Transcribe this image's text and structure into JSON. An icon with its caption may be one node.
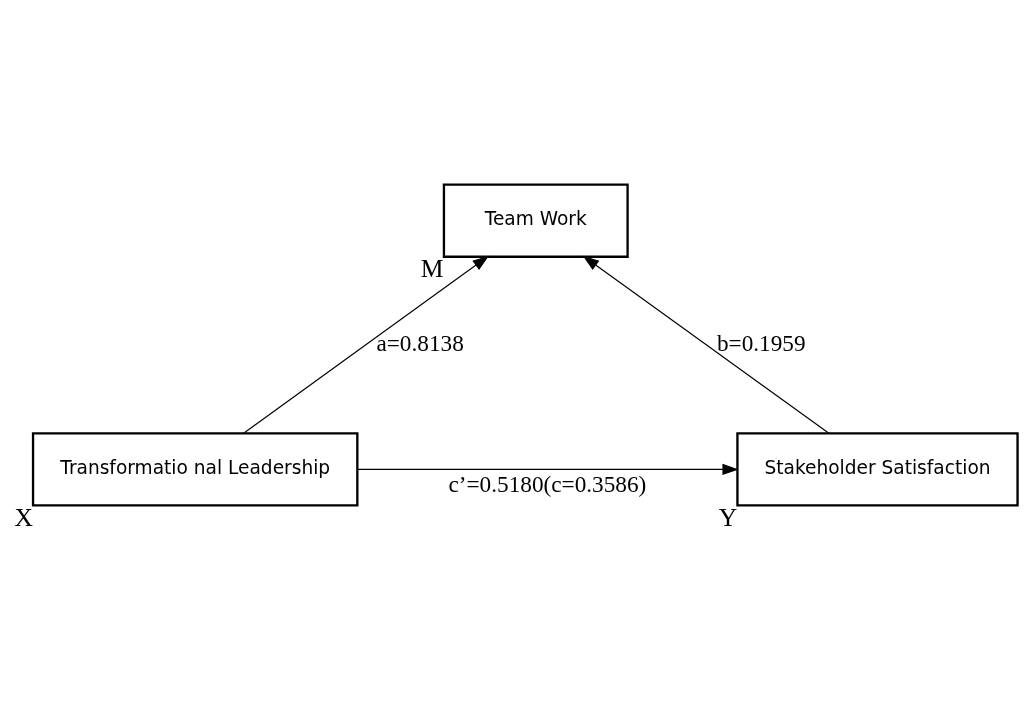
{
  "diagram": {
    "nodes": [
      {
        "text": [
          "Team Work"
        ],
        "beside": [
          "M"
        ]
      },
      {
        "text": [
          "Transformatio nal Leadership"
        ],
        "beside": [
          "X"
        ]
      },
      {
        "text": [
          "Stakeholder Satisfaction"
        ],
        "beside": [
          "Y"
        ]
      }
    ],
    "edges": [
      {
        "from": 1,
        "to": 0,
        "arrow": "to",
        "label": "a=0.8138"
      },
      {
        "from": 2,
        "to": 0,
        "arrow": "to",
        "label": "b=0.1959"
      },
      {
        "from": 1,
        "to": 2,
        "arrow": "to",
        "label": "c’=0.5180(c=0.3586)"
      }
    ]
  }
}
